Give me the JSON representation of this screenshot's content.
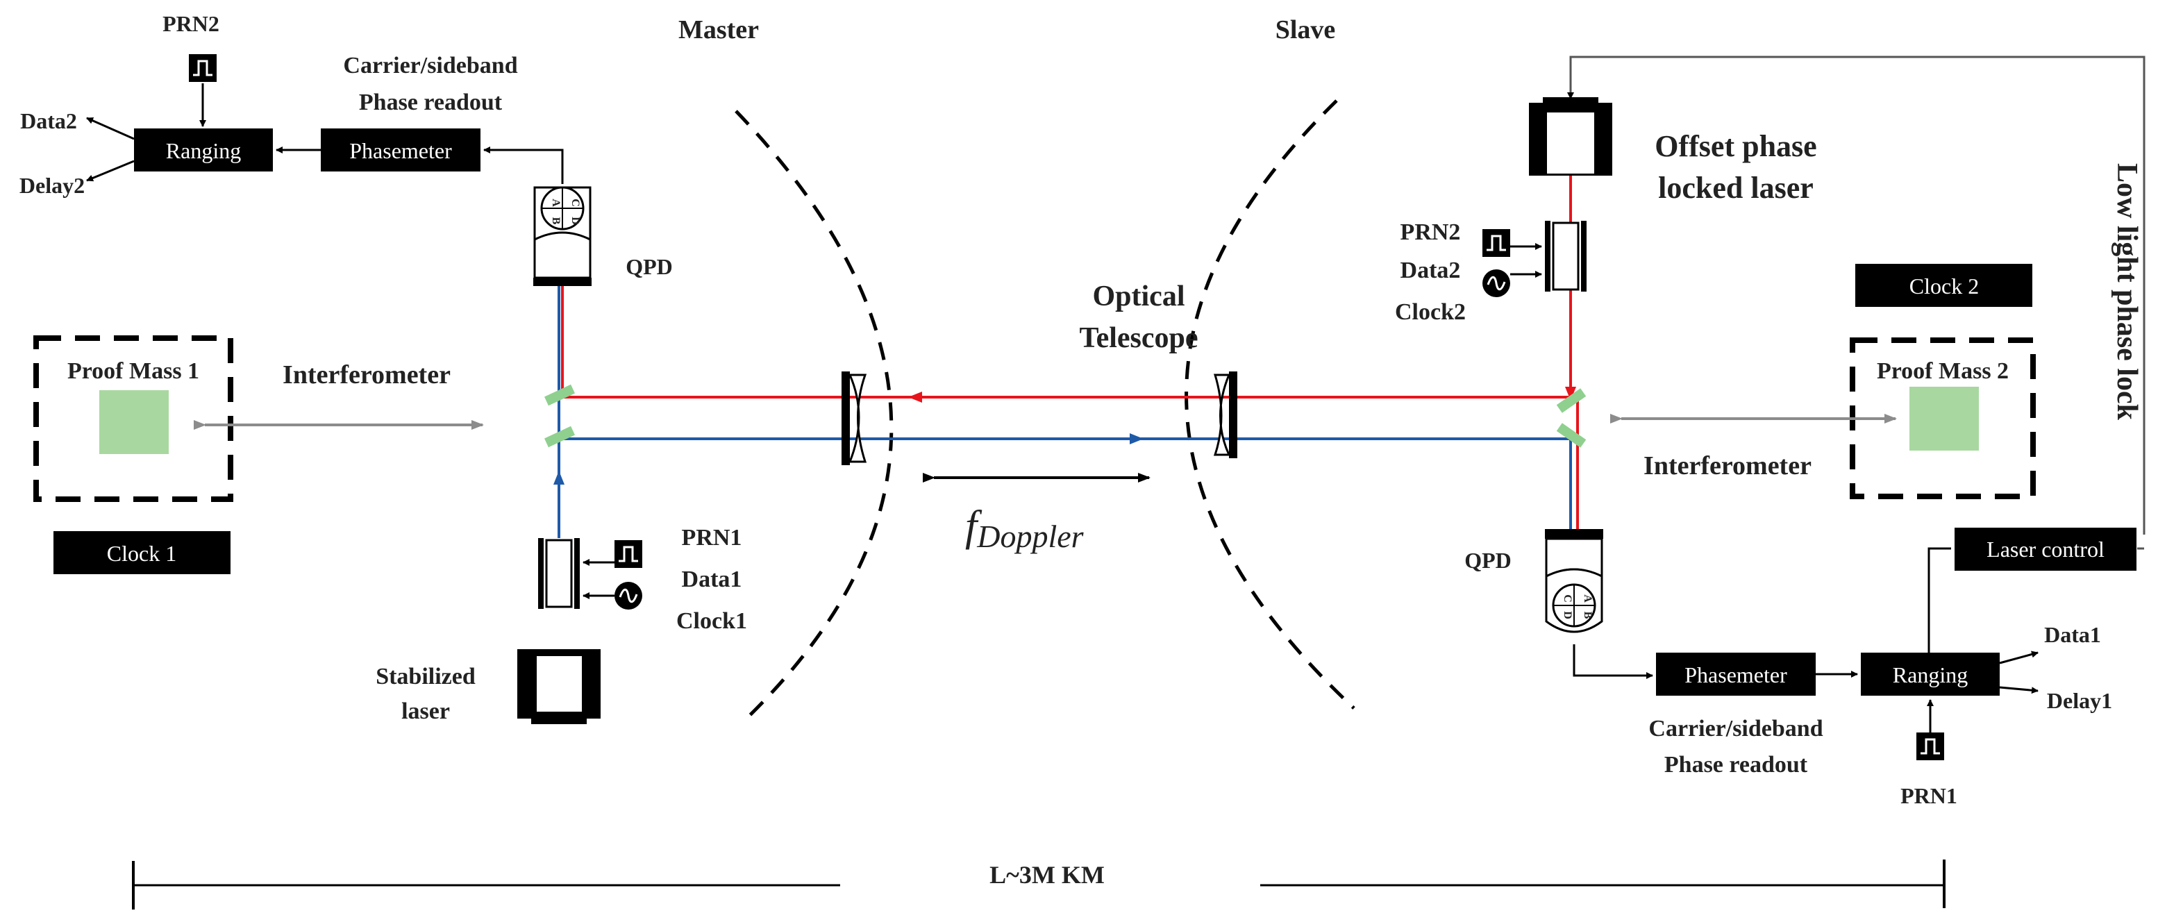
{
  "labels": {
    "master": "Master",
    "slave": "Slave",
    "optical_telescope_line1": "Optical",
    "optical_telescope_line2": "Telescope",
    "doppler_main": "f",
    "doppler_sub": "Doppler",
    "distance": "L~3M KM",
    "low_light_phase_lock": "Low light phase lock"
  },
  "master": {
    "prn2": "PRN2",
    "readout_line1": "Carrier/sideband",
    "readout_line2": "Phase readout",
    "data2": "Data2",
    "delay2": "Delay2",
    "ranging": "Ranging",
    "phasemeter": "Phasemeter",
    "qpd": "QPD",
    "qpd_quadrants": [
      "A",
      "B",
      "C",
      "D"
    ],
    "proof_mass": "Proof Mass 1",
    "interferometer": "Interferometer",
    "clock": "Clock 1",
    "prn1": "PRN1",
    "data1": "Data1",
    "clock1": "Clock1",
    "laser_line1": "Stabilized",
    "laser_line2": "laser"
  },
  "slave": {
    "laser_line1": "Offset phase",
    "laser_line2": "locked laser",
    "prn2": "PRN2",
    "data2": "Data2",
    "clock2": "Clock2",
    "clock": "Clock 2",
    "proof_mass": "Proof Mass 2",
    "interferometer": "Interferometer",
    "qpd": "QPD",
    "qpd_quadrants": [
      "A",
      "B",
      "C",
      "D"
    ],
    "laser_control": "Laser control",
    "phasemeter": "Phasemeter",
    "ranging": "Ranging",
    "data1": "Data1",
    "delay1": "Delay1",
    "readout_line1": "Carrier/sideband",
    "readout_line2": "Phase readout",
    "prn1": "PRN1"
  },
  "colors": {
    "red_beam": "#e8141c",
    "blue_beam": "#1e5aa8",
    "mirror": "#8fd08f",
    "proof_mass_fill": "#a8d8a0",
    "box": "#000000",
    "arrow_gray": "#8c8c8c"
  }
}
